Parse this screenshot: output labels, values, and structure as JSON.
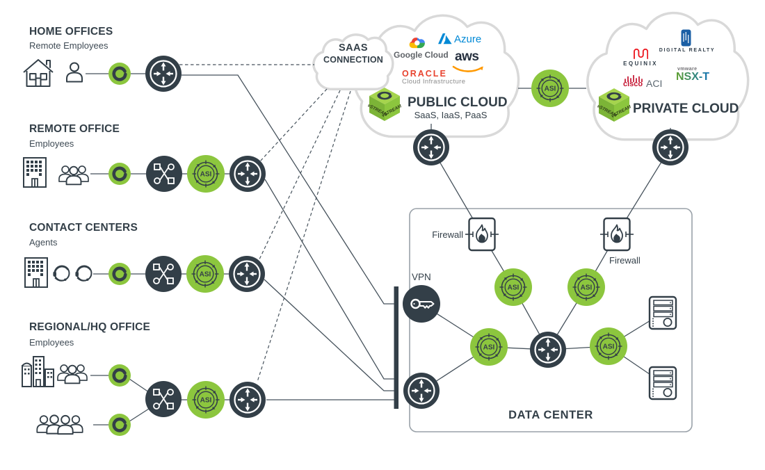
{
  "colors": {
    "dark_slate": "#333f48",
    "accent_green": "#8cc63e",
    "line": "#46525c",
    "cloud_border": "#d9d9d9",
    "box_border": "#99a1a8",
    "azure_blue": "#0089d6",
    "aws_orange": "#ff9900",
    "oracle_red": "#e8432f",
    "equinix_red": "#ed1c24",
    "cisco_red": "#c4122e",
    "digital_realty_blue": "#1b5fa5"
  },
  "sections": [
    {
      "title": "HOME OFFICES",
      "subtitle": "Remote Employees"
    },
    {
      "title": "REMOTE OFFICE",
      "subtitle": "Employees"
    },
    {
      "title": "CONTACT CENTERS",
      "subtitle": "Agents"
    },
    {
      "title": "REGIONAL/HQ OFFICE",
      "subtitle": "Employees"
    }
  ],
  "saas_cloud": {
    "line1": "SAAS",
    "line2": "CONNECTION"
  },
  "public_cloud": {
    "title": "PUBLIC CLOUD",
    "subtitle": "SaaS, IaaS, PaaS",
    "google": "Google Cloud",
    "azure": "Azure",
    "aws": "aws",
    "oracle": "ORACLE",
    "oracle_sub": "Cloud Infrastructure",
    "cube": "vSTREAM"
  },
  "private_cloud": {
    "title": "PRIVATE CLOUD",
    "equinix": "EQUINIX",
    "digital_realty": "DIGITAL REALTY",
    "cisco": "cisco",
    "aci": "ACI",
    "vmware": "vmware",
    "nsx": "NSX-T",
    "cube": "vSTREAM"
  },
  "data_center": {
    "title": "DATA CENTER",
    "vpn": "VPN",
    "firewall_left": "Firewall",
    "firewall_right": "Firewall"
  },
  "labels": {
    "asi": "ASI"
  }
}
